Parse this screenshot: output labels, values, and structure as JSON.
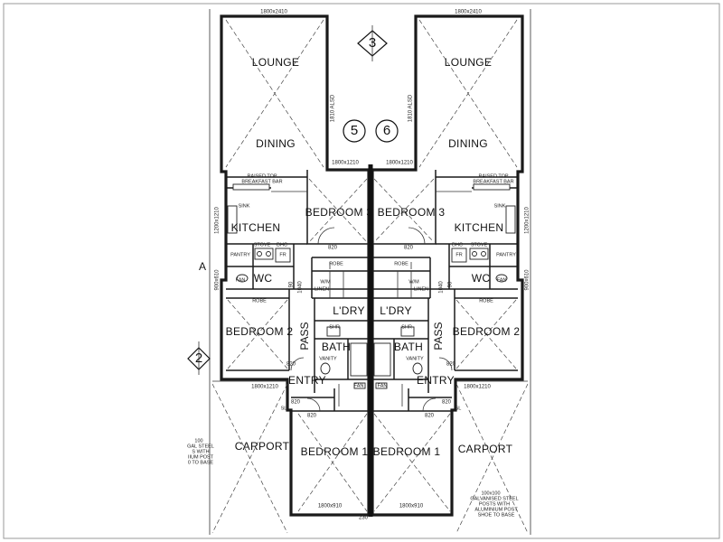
{
  "rooms": {
    "lounge": "LOUNGE",
    "dining": "DINING",
    "bedroom3": "BEDROOM 3",
    "kitchen": "KITCHEN",
    "wc": "WC",
    "bedroom2": "BEDROOM 2",
    "pass": "PASS",
    "laundry": "L'DRY",
    "bath": "BATH",
    "entry": "ENTRY",
    "carport": "CARPORT",
    "bedroom1": "BEDROOM 1"
  },
  "fixtures": {
    "sink": "SINK",
    "stove": "STOVE",
    "fr": "FR",
    "dhc": "DHC",
    "pantry": "PANTRY",
    "robe": "ROBE",
    "wm": "W/M",
    "linen": "LINEN",
    "shr": "SHR",
    "vanity": "VANITY",
    "fan": "FAN",
    "sl": "SL",
    "breakfast_bar": [
      "RAISED TOP",
      "BREAKFAST BAR"
    ]
  },
  "dims": {
    "w_top": "1800x2410",
    "w_dining": "1810 ALSD",
    "w_bed3": "1800x1210",
    "w_kitchen": "1200x1210",
    "w_wc": "900x610",
    "door_820": "820",
    "door_90": "90",
    "d_1040": "1040",
    "w_bed2": "1800x1210",
    "w_bed1a": "1800x910",
    "w_bed1b": "1800x910",
    "overall_230": "230"
  },
  "notes": {
    "post_left": [
      "100",
      "GAL STEEL",
      "S WITH",
      "IIUM POST",
      "0 TO BASE"
    ],
    "post_right": [
      "100x100",
      "GALVANISED STEEL",
      "POSTS WITH",
      "ALUMINIUM POST",
      "SHOE TO BASE"
    ]
  },
  "tags": {
    "tag3": "3",
    "tag5": "5",
    "tag6": "6",
    "tag2": "2",
    "gridA": "A"
  }
}
